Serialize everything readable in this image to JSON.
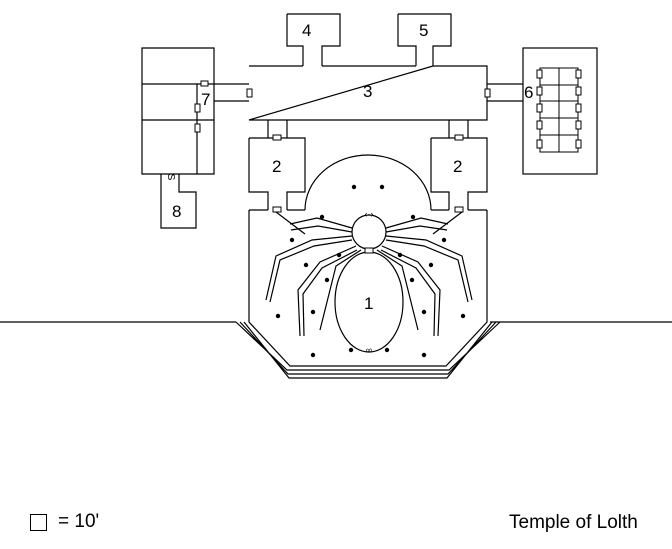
{
  "map": {
    "title": "Temple of Lolth",
    "legend": {
      "scale_text": "= 10'"
    },
    "rooms": [
      {
        "id": "temple",
        "number": "1"
      },
      {
        "id": "antechamber-left",
        "number": "2"
      },
      {
        "id": "antechamber-right",
        "number": "2"
      },
      {
        "id": "hall",
        "number": "3"
      },
      {
        "id": "alcove-left",
        "number": "4"
      },
      {
        "id": "alcove-right",
        "number": "5"
      },
      {
        "id": "dormitory",
        "number": "6"
      },
      {
        "id": "west-wing",
        "number": "7"
      },
      {
        "id": "secret-room",
        "number": "8"
      }
    ],
    "symbols": {
      "secret_door": "S"
    },
    "colors": {
      "ink": "#000000",
      "background": "#ffffff"
    }
  }
}
